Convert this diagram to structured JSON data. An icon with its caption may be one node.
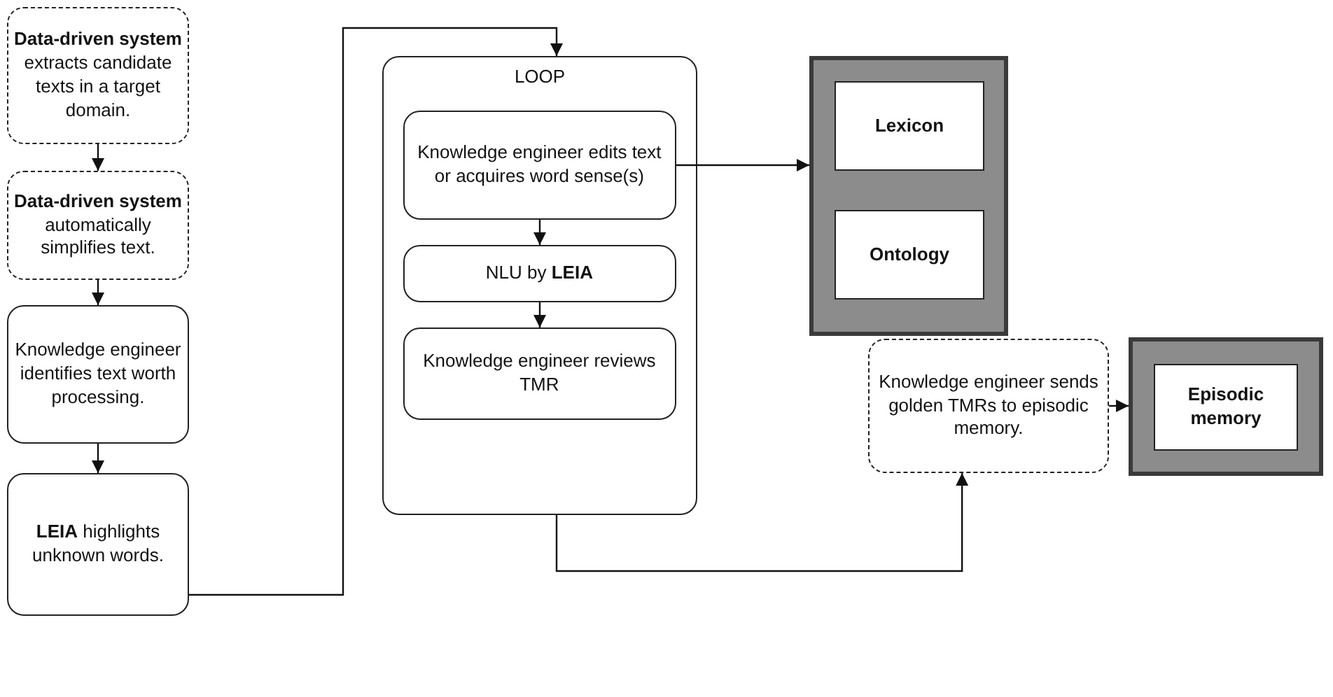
{
  "diagram": {
    "nodes": [
      {
        "text": [
          "**Data-driven system** extracts candidate texts in a target domain."
        ]
      },
      {
        "text": [
          "**Data-driven system** automatically simplifies text."
        ]
      },
      {
        "text": [
          "Knowledge engineer identifies text worth processing."
        ]
      },
      {
        "text": [
          "**LEIA** highlights unknown words."
        ]
      },
      {
        "text": [
          "LOOP"
        ]
      },
      {
        "text": [
          "Knowledge engineer edits text or acquires word sense(s)"
        ],
        "in": 4
      },
      {
        "text": [
          "NLU by **LEIA**"
        ],
        "in": 4
      },
      {
        "text": [
          "Knowledge engineer reviews TMR"
        ],
        "in": 4
      },
      {
        "text": [],
        "shape": "box"
      },
      {
        "text": [
          "Lexicon"
        ],
        "in": 8
      },
      {
        "text": [
          "Ontology"
        ],
        "in": 8
      },
      {
        "text": [
          "Knowledge engineer sends golden TMRs to episodic memory."
        ]
      },
      {
        "text": [],
        "shape": "box"
      },
      {
        "text": [
          "Episodic memory"
        ],
        "in": 12
      }
    ],
    "edges": [
      {
        "from": 0,
        "to": 1,
        "arrow": "to"
      },
      {
        "from": 1,
        "to": 2,
        "arrow": "to"
      },
      {
        "from": 2,
        "to": 3,
        "arrow": "to"
      },
      {
        "from": 3,
        "to": 4,
        "arrow": "to"
      },
      {
        "from": 5,
        "to": 6,
        "arrow": "to"
      },
      {
        "from": 6,
        "to": 7,
        "arrow": "to"
      },
      {
        "from": 5,
        "to": 8,
        "arrow": "to"
      },
      {
        "from": 4,
        "to": 11,
        "arrow": "to"
      },
      {
        "from": 11,
        "to": 12,
        "arrow": "to"
      }
    ]
  }
}
